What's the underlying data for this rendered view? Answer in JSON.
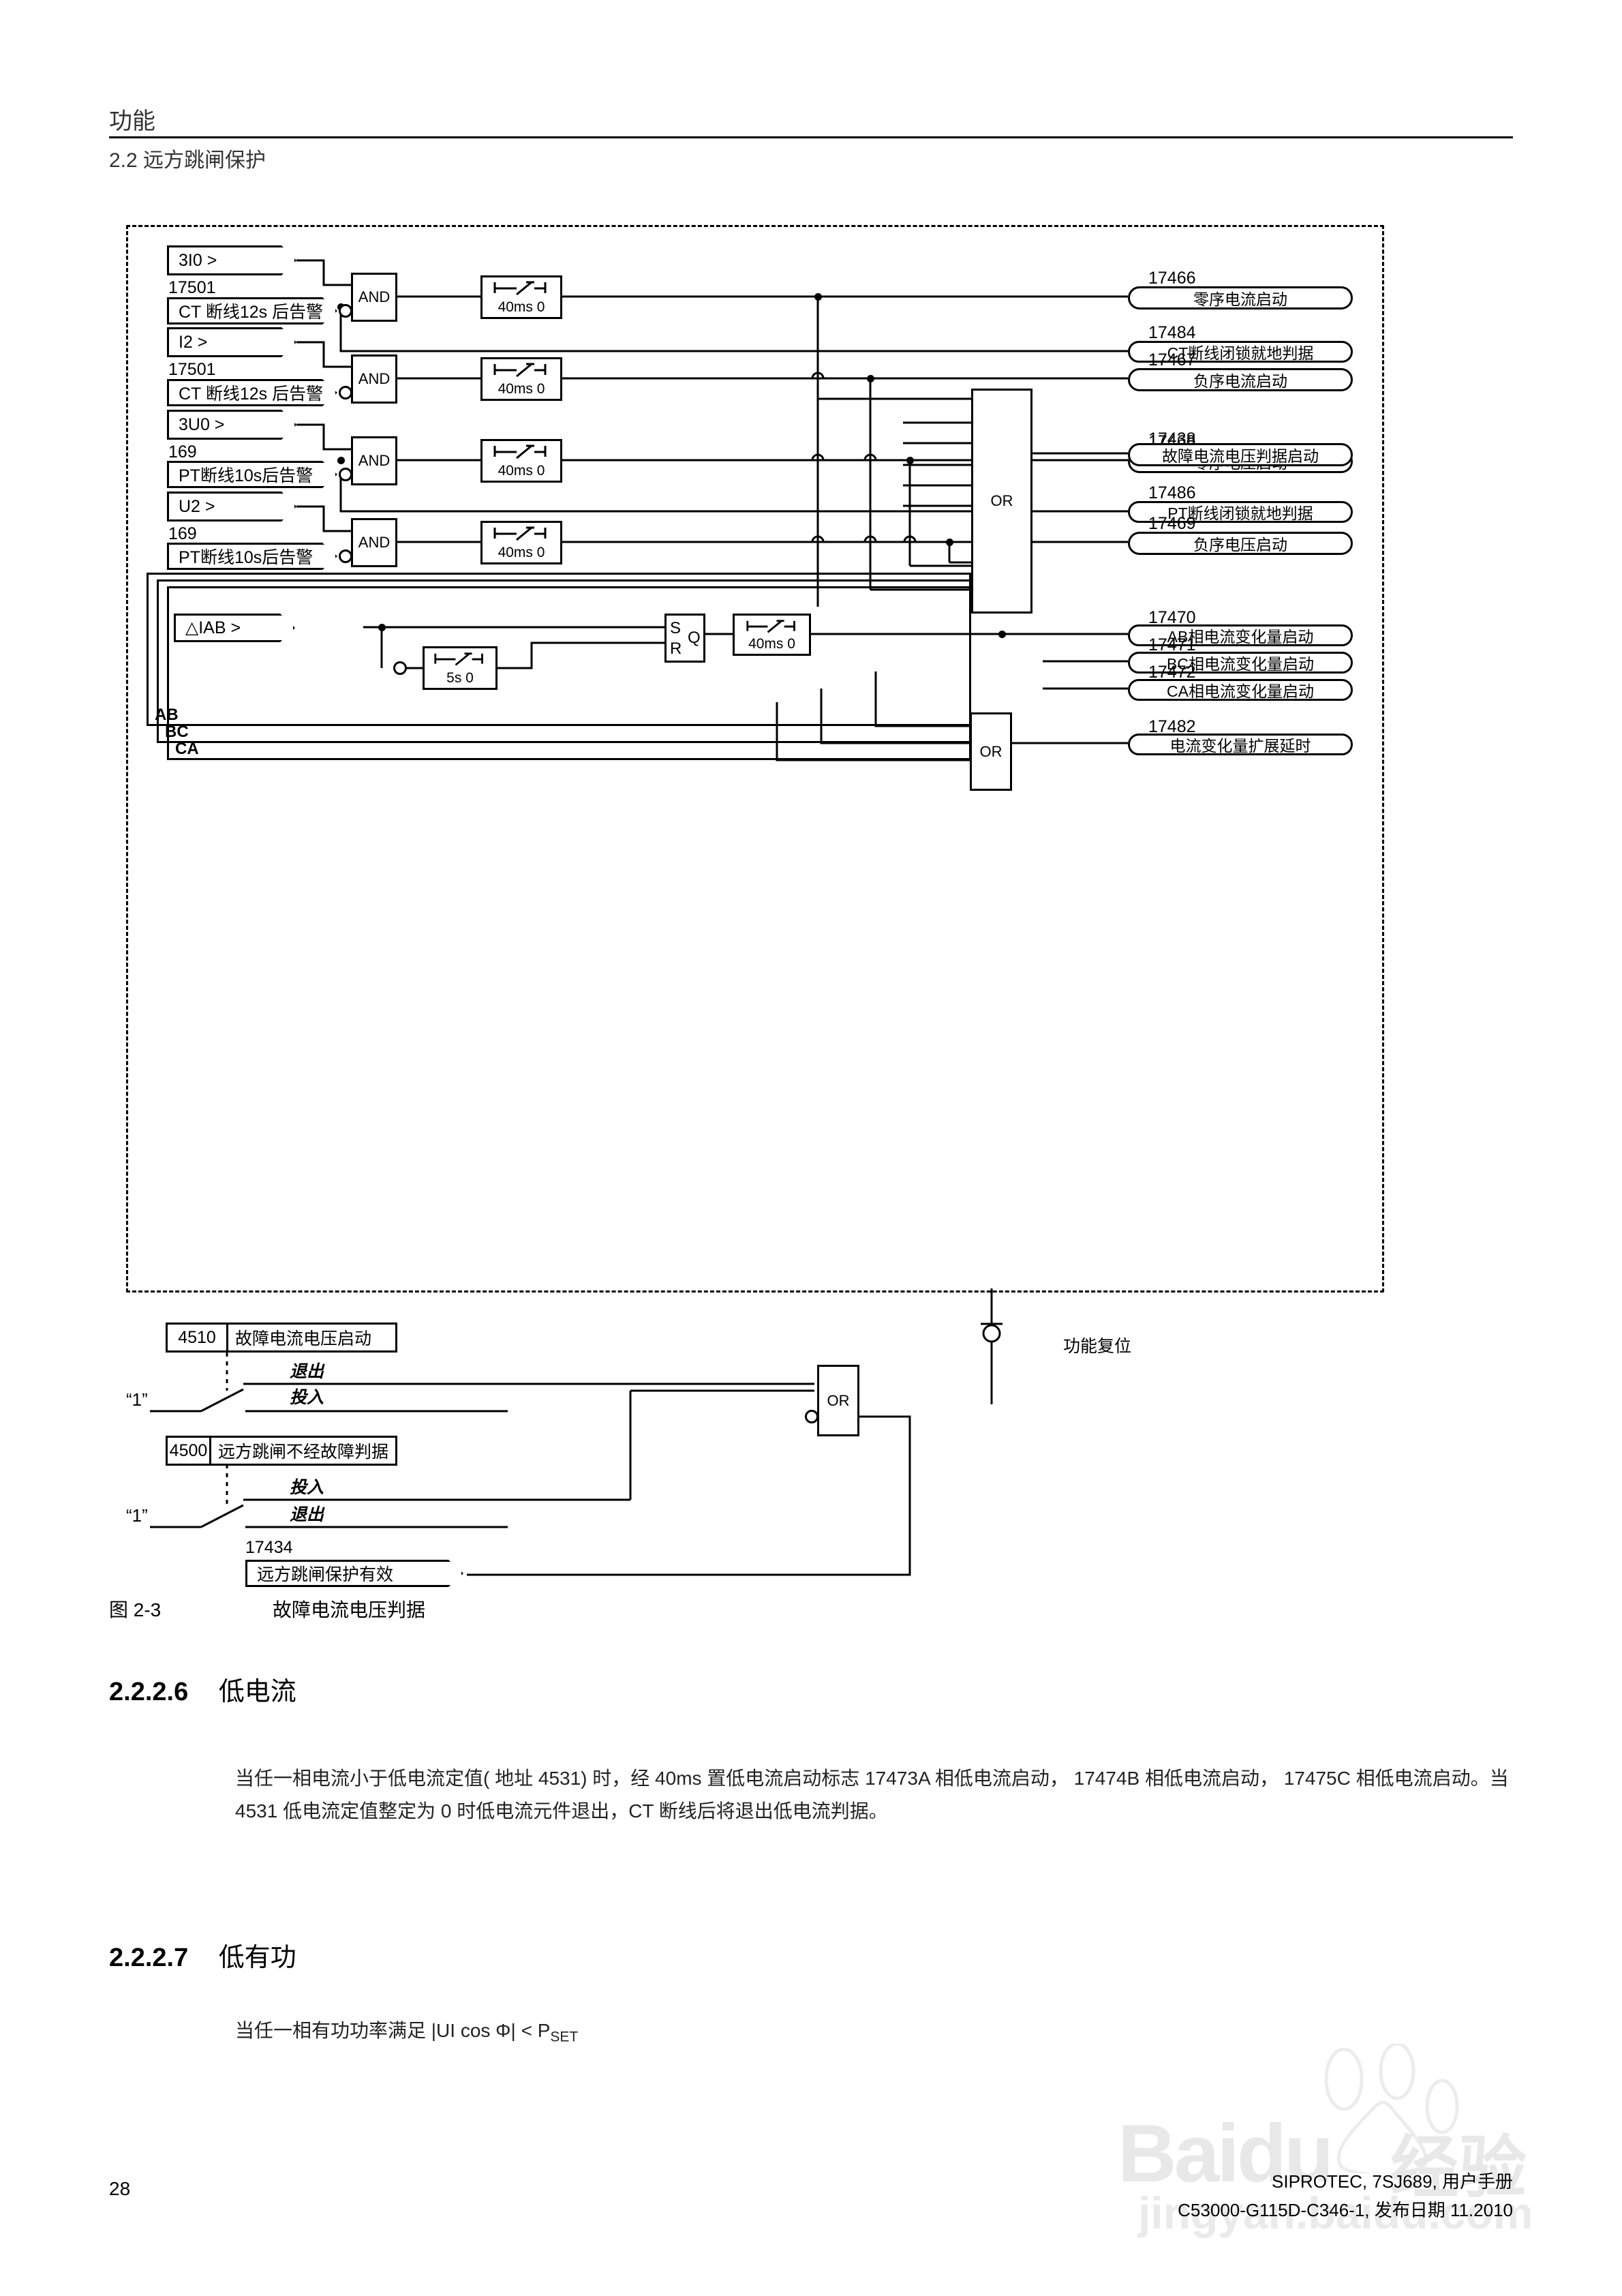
{
  "header": {
    "title": "功能",
    "section": "2.2 远方跳闸保护"
  },
  "figure": {
    "caption_number": "图  2-3",
    "caption_text": "故障电流电压判据",
    "rows": [
      {
        "input_signal": "3I0 >",
        "alarm_number": "17501",
        "alarm_label": "CT 断线12s 后告警",
        "gate": "AND",
        "timer_label": "40ms  0",
        "out_number": "17466",
        "out_label": "零序电流启动"
      },
      {
        "input_signal": "I2 >",
        "alarm_number": "17501",
        "alarm_label": "CT 断线12s 后告警",
        "gate": "AND",
        "timer_label": "40ms  0",
        "out_number": "17467",
        "out_label": "负序电流启动"
      },
      {
        "input_signal": "3U0 >",
        "alarm_number": "169",
        "alarm_label": "PT断线10s后告警",
        "gate": "AND",
        "timer_label": "40ms  0",
        "out_number": "17468",
        "out_label": "零序电压启动"
      },
      {
        "input_signal": "U2 >",
        "alarm_number": "169",
        "alarm_label": "PT断线10s后告警",
        "gate": "AND",
        "timer_label": "40ms  0",
        "out_number": "17469",
        "out_label": "负序电压启动"
      }
    ],
    "block_outputs": [
      {
        "number": "17484",
        "label": "CT断线闭锁就地判据"
      },
      {
        "number": "17486",
        "label": "PT断线闭锁就地判据"
      }
    ],
    "or_main": {
      "gate": "OR",
      "out_number": "17438",
      "out_label": "故障电流电压判据启动"
    },
    "delta_group": {
      "input_signal": "△IAB >",
      "flipflop": {
        "s": "S",
        "r": "R",
        "q": "Q"
      },
      "reset_timer": "5s     0",
      "out_timer": "40ms  0",
      "phase_labels": [
        "AB",
        "BC",
        "CA"
      ],
      "outputs": [
        {
          "number": "17470",
          "label": "AB相电流变化量启动"
        },
        {
          "number": "17471",
          "label": "BC相电流变化量启动"
        },
        {
          "number": "17472",
          "label": "CA相电流变化量启动"
        }
      ]
    },
    "or_delta": {
      "gate": "OR",
      "out_number": "17482",
      "out_label": "电流变化量扩展延时"
    },
    "reset_label": "功能复位",
    "settings": [
      {
        "address": "4510",
        "name": "故障电流电压启动",
        "pos_upper": "退出",
        "pos_lower": "投入",
        "one_label": "“1”"
      },
      {
        "address": "4500",
        "name": "远方跳闸不经故障判据",
        "pos_upper": "投入",
        "pos_lower": "退出",
        "one_label": "“1”"
      }
    ],
    "or_bottom": {
      "gate": "OR"
    },
    "enable_signal": {
      "number": "17434",
      "label": "远方跳闸保护有效"
    }
  },
  "sections": [
    {
      "number": "2.2.2.6",
      "title": "低电流",
      "body": "当任一相电流小于低电流定值( 地址 4531) 时，经 40ms 置低电流启动标志 17473A 相低电流启动， 17474B 相低电流启动， 17475C 相低电流启动。当 4531 低电流定值整定为 0 时低电流元件退出，CT 断线后将退出低电流判据。"
    },
    {
      "number": "2.2.2.7",
      "title": "低有功",
      "body": "当任一相有功功率满足 |UI cos Φ| < P",
      "body_sub": "SET"
    }
  ],
  "footer": {
    "page_number": "28",
    "line1": "SIPROTEC, 7SJ689, 用户手册",
    "line2": "C53000-G115D-C346-1, 发布日期 11.2010"
  },
  "watermark": {
    "brand": "Bai",
    "brand2": "du",
    "chinese": "经验",
    "domain": "jingyan.baidu.com"
  }
}
